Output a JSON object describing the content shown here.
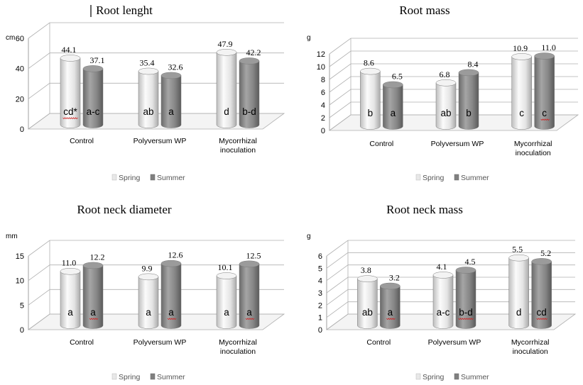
{
  "colors": {
    "spring": "#e6e6e6",
    "summer": "#8a8a8a",
    "grid": "#b0b0b0",
    "spellcheck": "#d02020"
  },
  "chart_data": [
    {
      "type": "bar",
      "title": "Root lenght",
      "unit": "cm",
      "ylim": [
        0,
        60
      ],
      "yticks": [
        0,
        20,
        40,
        60
      ],
      "grid": true,
      "legend_position": "bottom",
      "categories": [
        "Control",
        "Polyversum WP",
        "Mycorrhizal inoculation"
      ],
      "series": [
        {
          "name": "Spring",
          "values": [
            44.1,
            35.4,
            47.9
          ],
          "labels": [
            "44.1",
            "35.4",
            "47.9"
          ],
          "letters": [
            "cd*",
            "ab",
            "d"
          ]
        },
        {
          "name": "Summer",
          "values": [
            37.1,
            32.6,
            42.2
          ],
          "labels": [
            "37.1",
            "32.6",
            "42.2"
          ],
          "letters": [
            "a-c",
            "a",
            "b-d"
          ]
        }
      ]
    },
    {
      "type": "bar",
      "title": "Root mass",
      "unit": "g",
      "ylim": [
        0,
        12
      ],
      "yticks": [
        0,
        2,
        4,
        6,
        8,
        10,
        12
      ],
      "grid": true,
      "legend_position": "bottom",
      "categories": [
        "Control",
        "Polyversum WP",
        "Mycorrhizal inoculation"
      ],
      "series": [
        {
          "name": "Spring",
          "values": [
            8.6,
            6.8,
            10.9
          ],
          "labels": [
            "8.6",
            "6.8",
            "10.9"
          ],
          "letters": [
            "b",
            "ab",
            "c"
          ]
        },
        {
          "name": "Summer",
          "values": [
            6.5,
            8.4,
            11.0
          ],
          "labels": [
            "6.5",
            "8.4",
            "11.0"
          ],
          "letters": [
            "a",
            "b",
            "c"
          ]
        }
      ]
    },
    {
      "type": "bar",
      "title": "Root neck diameter",
      "unit": "mm",
      "ylim": [
        0,
        15
      ],
      "yticks": [
        0,
        5,
        10,
        15
      ],
      "grid": true,
      "legend_position": "bottom",
      "categories": [
        "Control",
        "Polyversum WP",
        "Mycorrhizal inoculation"
      ],
      "series": [
        {
          "name": "Spring",
          "values": [
            11.0,
            9.9,
            10.1
          ],
          "labels": [
            "11.0",
            "9.9",
            "10.1"
          ],
          "letters": [
            "a",
            "a",
            "a"
          ]
        },
        {
          "name": "Summer",
          "values": [
            12.2,
            12.6,
            12.5
          ],
          "labels": [
            "12.2",
            "12.6",
            "12.5"
          ],
          "letters": [
            "a",
            "a",
            "a"
          ]
        }
      ]
    },
    {
      "type": "bar",
      "title": "Root neck mass",
      "unit": "g",
      "ylim": [
        0,
        6
      ],
      "yticks": [
        0,
        1,
        2,
        3,
        4,
        5,
        6
      ],
      "grid": true,
      "legend_position": "bottom",
      "categories": [
        "Control",
        "Polyversum WP",
        "Mycorrhizal inoculation"
      ],
      "series": [
        {
          "name": "Spring",
          "values": [
            3.8,
            4.1,
            5.5
          ],
          "labels": [
            "3.8",
            "4.1",
            "5.5"
          ],
          "letters": [
            "ab",
            "a-c",
            "d"
          ]
        },
        {
          "name": "Summer",
          "values": [
            3.2,
            4.5,
            5.2
          ],
          "labels": [
            "3.2",
            "4.5",
            "5.2"
          ],
          "letters": [
            "a",
            "b-d",
            "cd"
          ]
        }
      ]
    }
  ]
}
